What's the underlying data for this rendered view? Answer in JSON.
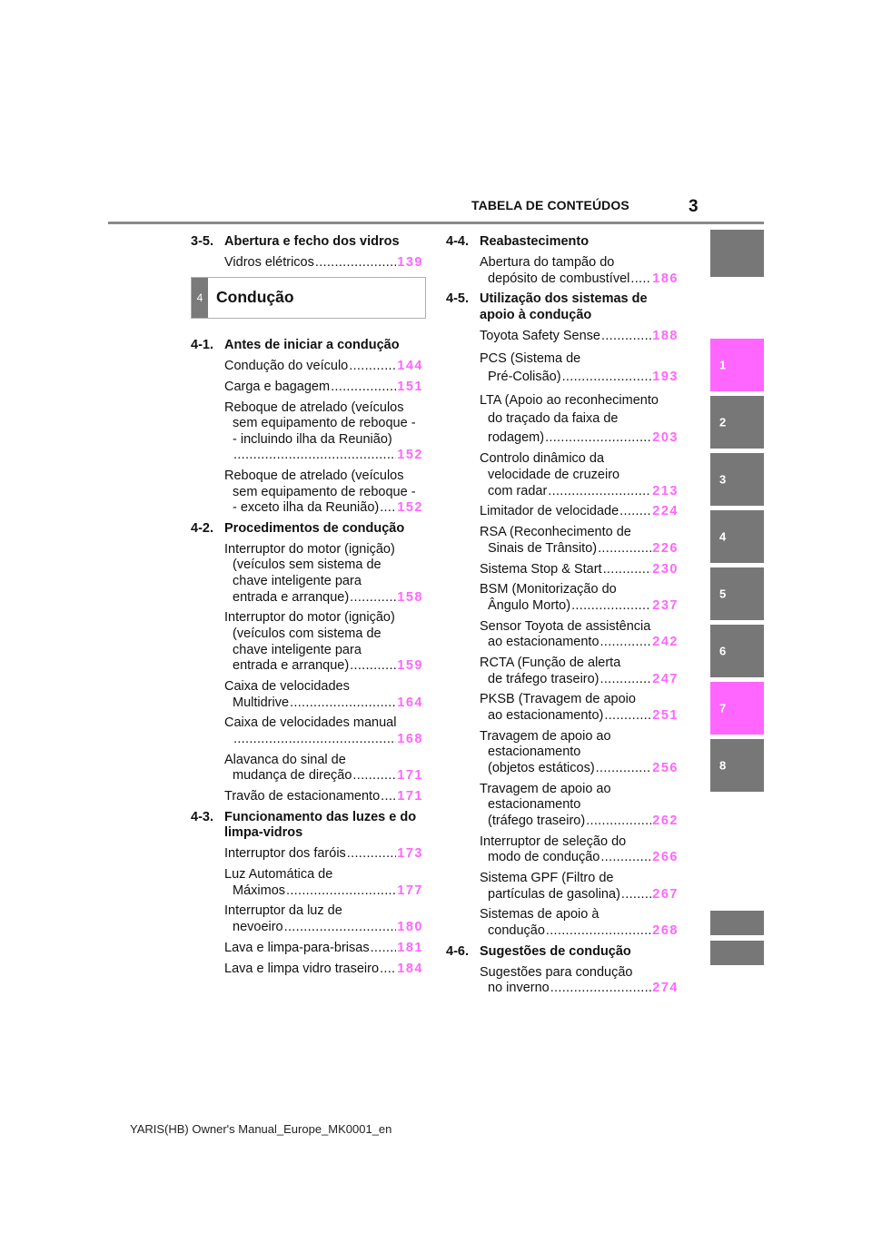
{
  "header": {
    "title": "TABELA DE CONTEÚDOS",
    "page_number": "3"
  },
  "chapter": {
    "number": "4",
    "title": "Condução"
  },
  "colors": {
    "accent": "#ff66ff",
    "tab_gray": "#777777"
  },
  "left_top": [
    {
      "type": "head",
      "num": "3-5.",
      "text": "Abertura e fecho dos vidros"
    },
    {
      "type": "entry",
      "lines": [
        "Vidros elétricos "
      ],
      "page": "139"
    }
  ],
  "left": [
    {
      "type": "head",
      "num": "4-1.",
      "text": "Antes de iniciar a condução"
    },
    {
      "type": "entry",
      "lines": [
        "Condução do veículo "
      ],
      "page": "144"
    },
    {
      "type": "entry",
      "lines": [
        "Carga e bagagem "
      ],
      "page": "151"
    },
    {
      "type": "entry",
      "lines": [
        "Reboque de atrelado (veículos",
        "sem equipamento de reboque -",
        "- incluindo ilha da Reunião)",
        ""
      ],
      "page": "152"
    },
    {
      "type": "entry",
      "lines": [
        "Reboque de atrelado (veículos",
        "sem equipamento de reboque -",
        "- exceto ilha da Reunião)"
      ],
      "page": "152"
    },
    {
      "type": "head",
      "num": "4-2.",
      "text": "Procedimentos de condução"
    },
    {
      "type": "entry",
      "lines": [
        "Interruptor do motor (ignição)",
        "(veículos sem sistema de",
        "chave inteligente para",
        "entrada e arranque) "
      ],
      "page": "158"
    },
    {
      "type": "entry",
      "lines": [
        "Interruptor do motor (ignição)",
        "(veículos com sistema de",
        "chave inteligente para",
        "entrada e arranque) "
      ],
      "page": "159"
    },
    {
      "type": "entry",
      "lines": [
        "Caixa de velocidades",
        "Multidrive "
      ],
      "page": "164"
    },
    {
      "type": "entry",
      "lines": [
        "Caixa de velocidades manual",
        ""
      ],
      "page": "168"
    },
    {
      "type": "entry",
      "lines": [
        "Alavanca do sinal de",
        "mudança de direção "
      ],
      "page": "171"
    },
    {
      "type": "entry",
      "lines": [
        "Travão de estacionamento "
      ],
      "page": "171"
    },
    {
      "type": "head",
      "num": "4-3.",
      "text": "Funcionamento das luzes e do limpa-vidros"
    },
    {
      "type": "entry",
      "lines": [
        "Interruptor dos faróis"
      ],
      "page": "173"
    },
    {
      "type": "entry",
      "lines": [
        "Luz Automática de",
        "Máximos "
      ],
      "page": "177"
    },
    {
      "type": "entry",
      "lines": [
        "Interruptor da luz de",
        "nevoeiro "
      ],
      "page": "180"
    },
    {
      "type": "entry",
      "lines": [
        "Lava e limpa-para-brisas "
      ],
      "page": "181"
    },
    {
      "type": "entry",
      "lines": [
        "Lava e limpa vidro traseiro"
      ],
      "page": "184"
    }
  ],
  "right": [
    {
      "type": "head",
      "num": "4-4.",
      "text": "Reabastecimento"
    },
    {
      "type": "entry",
      "lines": [
        "Abertura do tampão do",
        "depósito de combustível "
      ],
      "page": "186"
    },
    {
      "type": "head",
      "num": "4-5.",
      "text": "Utilização dos sistemas de apoio à condução"
    },
    {
      "type": "entry",
      "lines": [
        "Toyota Safety Sense"
      ],
      "page": "188"
    },
    {
      "type": "entry",
      "lines": [
        "PCS (Sistema de",
        "Pré-Colisão)"
      ],
      "page": "193"
    },
    {
      "type": "entry",
      "lines": [
        "LTA (Apoio ao reconhecimento",
        "do traçado da faixa de",
        "rodagem) "
      ],
      "page": "203"
    },
    {
      "type": "entry",
      "lines": [
        "Controlo dinâmico da",
        "velocidade de cruzeiro",
        "com radar "
      ],
      "page": "213"
    },
    {
      "type": "entry",
      "lines": [
        "Limitador de velocidade"
      ],
      "page": "224"
    },
    {
      "type": "entry",
      "lines": [
        "RSA (Reconhecimento de",
        "Sinais de Trânsito)"
      ],
      "page": "226"
    },
    {
      "type": "entry",
      "lines": [
        "Sistema Stop & Start "
      ],
      "page": "230"
    },
    {
      "type": "entry",
      "lines": [
        "BSM (Monitorização do",
        "Ângulo Morto) "
      ],
      "page": "237"
    },
    {
      "type": "entry",
      "lines": [
        "Sensor Toyota de assistência",
        "ao estacionamento "
      ],
      "page": "242"
    },
    {
      "type": "entry",
      "lines": [
        "RCTA (Função de alerta",
        "de tráfego traseiro) "
      ],
      "page": "247"
    },
    {
      "type": "entry",
      "lines": [
        "PKSB (Travagem de apoio",
        "ao estacionamento) "
      ],
      "page": "251"
    },
    {
      "type": "entry",
      "lines": [
        "Travagem de apoio ao",
        "estacionamento",
        "(objetos estáticos) "
      ],
      "page": "256"
    },
    {
      "type": "entry",
      "lines": [
        "Travagem de apoio ao",
        "estacionamento",
        "(tráfego traseiro) "
      ],
      "page": "262"
    },
    {
      "type": "entry",
      "lines": [
        "Interruptor de seleção do",
        "modo de condução "
      ],
      "page": "266"
    },
    {
      "type": "entry",
      "lines": [
        "Sistema GPF (Filtro de",
        "partículas de gasolina) "
      ],
      "page": "267"
    },
    {
      "type": "entry",
      "lines": [
        "Sistemas de apoio à",
        "condução "
      ],
      "page": "268"
    },
    {
      "type": "head",
      "num": "4-6.",
      "text": "Sugestões de condução"
    },
    {
      "type": "entry",
      "lines": [
        "Sugestões para condução",
        "no inverno "
      ],
      "page": "274"
    }
  ],
  "tabs": [
    {
      "label": "1",
      "active": true
    },
    {
      "label": "2",
      "active": false
    },
    {
      "label": "3",
      "active": false
    },
    {
      "label": "4",
      "active": false
    },
    {
      "label": "5",
      "active": false
    },
    {
      "label": "6",
      "active": false
    },
    {
      "label": "7",
      "active": true
    },
    {
      "label": "8",
      "active": false
    }
  ],
  "footer": {
    "text": "YARIS(HB) Owner's Manual_Europe_MK0001_en"
  }
}
